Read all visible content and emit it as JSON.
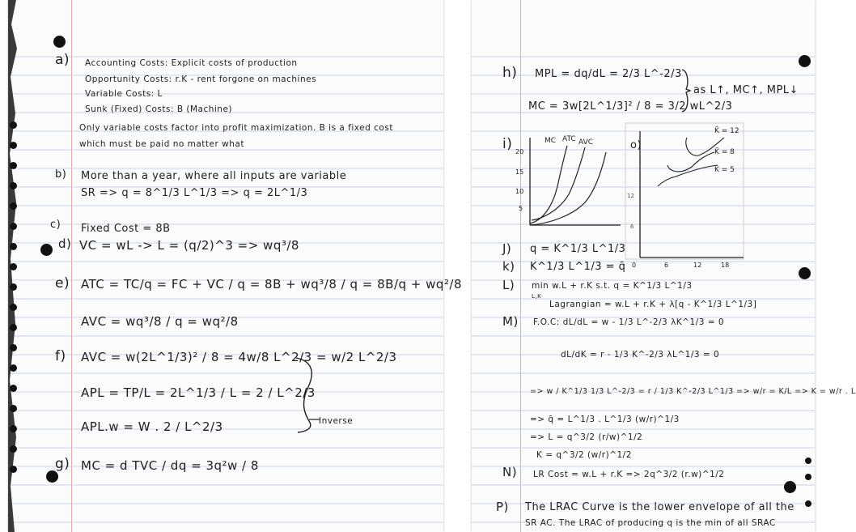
{
  "left_page": {
    "lines": [
      {
        "id": "a-label",
        "text": "a)"
      },
      {
        "id": "a1",
        "text": "Accounting Costs: Explicit costs of production"
      },
      {
        "id": "a2",
        "text": "Opportunity Costs: r.K  - rent forgone on machines"
      },
      {
        "id": "a3",
        "text": "Variable Costs: L"
      },
      {
        "id": "a4",
        "text": "Sunk (Fixed) Costs: B  (Machine)"
      },
      {
        "id": "a5",
        "text": "Only variable costs factor into profit maximization. B is a fixed cost"
      },
      {
        "id": "a6",
        "text": "which must be paid no matter what"
      },
      {
        "id": "b-label",
        "text": "b)"
      },
      {
        "id": "b1",
        "text": "More than a year, where all inputs are variable"
      },
      {
        "id": "b2",
        "text": "SR => q = 8^1/3 L^1/3  => q = 2L^1/3"
      },
      {
        "id": "c-label",
        "text": "c)"
      },
      {
        "id": "c1",
        "text": "Fixed Cost = 8B"
      },
      {
        "id": "d-label",
        "text": "d)"
      },
      {
        "id": "d1",
        "text": "VC = wL  -> L = (q/2)^3  =>  wq³/8"
      },
      {
        "id": "e-label",
        "text": "e)"
      },
      {
        "id": "e1",
        "text": "ATC = TC/q  = FC + VC / q  = 8B + wq³/8 / q  = 8B/q + wq²/8"
      },
      {
        "id": "e2",
        "text": "AVC = wq³/8 / q  =  wq²/8"
      },
      {
        "id": "f-label",
        "text": "f)"
      },
      {
        "id": "f1",
        "text": "AVC = w(2L^1/3)² / 8  = 4w/8 L^2/3  = w/2 L^2/3"
      },
      {
        "id": "f2",
        "text": "APL = TP/L  = 2L^1/3 / L  =  2 / L^2/3"
      },
      {
        "id": "f3",
        "text": "APL.w = W . 2 / L^2/3"
      },
      {
        "id": "f-inverse",
        "text": "Inverse"
      },
      {
        "id": "g-label",
        "text": "g)"
      },
      {
        "id": "g1",
        "text": "MC = d TVC / dq  =  3q²w / 8"
      }
    ]
  },
  "right_page": {
    "lines": [
      {
        "id": "h-label",
        "text": "h)"
      },
      {
        "id": "h1",
        "text": "MPL = dq/dL = 2/3 L^-2/3"
      },
      {
        "id": "h2",
        "text": "MC = 3w[2L^1/3]² / 8 = 3/2 wL^2/3"
      },
      {
        "id": "h-note",
        "text": "as L↑, MC↑, MPL↓"
      },
      {
        "id": "i-label",
        "text": "i)"
      },
      {
        "id": "o-label",
        "text": "o)"
      },
      {
        "id": "j-label",
        "text": "J)"
      },
      {
        "id": "j1",
        "text": "q = K^1/3 L^1/3"
      },
      {
        "id": "k-label",
        "text": "k)"
      },
      {
        "id": "k1",
        "text": "K^1/3 L^1/3 = q̄"
      },
      {
        "id": "l-label",
        "text": "L)"
      },
      {
        "id": "l1",
        "text": "min w.L + r.K  s.t. q = K^1/3 L^1/3"
      },
      {
        "id": "l-sub",
        "text": "L,K"
      },
      {
        "id": "l2",
        "text": "Lagrangian = w.L + r.K + λ[q - K^1/3 L^1/3]"
      },
      {
        "id": "m-label",
        "text": "M)"
      },
      {
        "id": "m1",
        "text": "F.O.C: dL/dL = w - 1/3 L^-2/3 λK^1/3 = 0"
      },
      {
        "id": "m2",
        "text": "dL/dK = r - 1/3 K^-2/3 λL^1/3 = 0"
      },
      {
        "id": "m3",
        "text": "=> w / K^1/3 1/3 L^-2/3  =  r / 1/3 K^-2/3 L^1/3   => w/r = K/L   => K = w/r . L"
      },
      {
        "id": "m4",
        "text": "=> q̄ = L^1/3 . L^1/3 (w/r)^1/3"
      },
      {
        "id": "m5",
        "text": "=> L = q^3/2 (r/w)^1/2"
      },
      {
        "id": "m6",
        "text": "K = q^3/2 (w/r)^1/2"
      },
      {
        "id": "n-label",
        "text": "N)"
      },
      {
        "id": "n1",
        "text": "LR Cost = w.L + r.K => 2q^3/2 (r.w)^1/2"
      },
      {
        "id": "p-label",
        "text": "P)"
      },
      {
        "id": "p1",
        "text": "The LRAC Curve is the lower envelope of all the"
      },
      {
        "id": "p2",
        "text": "SR AC. The LRAC of producing q is the min of all SRAC"
      }
    ]
  },
  "chart_data": [
    {
      "type": "line",
      "panel": "i",
      "series": [
        {
          "name": "MC"
        },
        {
          "name": "ATC"
        },
        {
          "name": "AVC"
        }
      ],
      "yticks": [
        "20",
        "15",
        "10",
        "5"
      ],
      "grid": false
    },
    {
      "type": "line",
      "panel": "o",
      "series": [
        {
          "name": "K̄ = 12"
        },
        {
          "name": "K̄ = 8"
        },
        {
          "name": "K̄ = 5"
        }
      ],
      "yticks": [
        "12",
        "6"
      ],
      "xticks": [
        "0",
        "6",
        "12",
        "18"
      ],
      "grid": false
    }
  ],
  "colors": {
    "ink": "#1e1e1e",
    "rule": "#c9d6ea",
    "margin": "#e6a9a9",
    "paper": "#fbfbfb"
  }
}
